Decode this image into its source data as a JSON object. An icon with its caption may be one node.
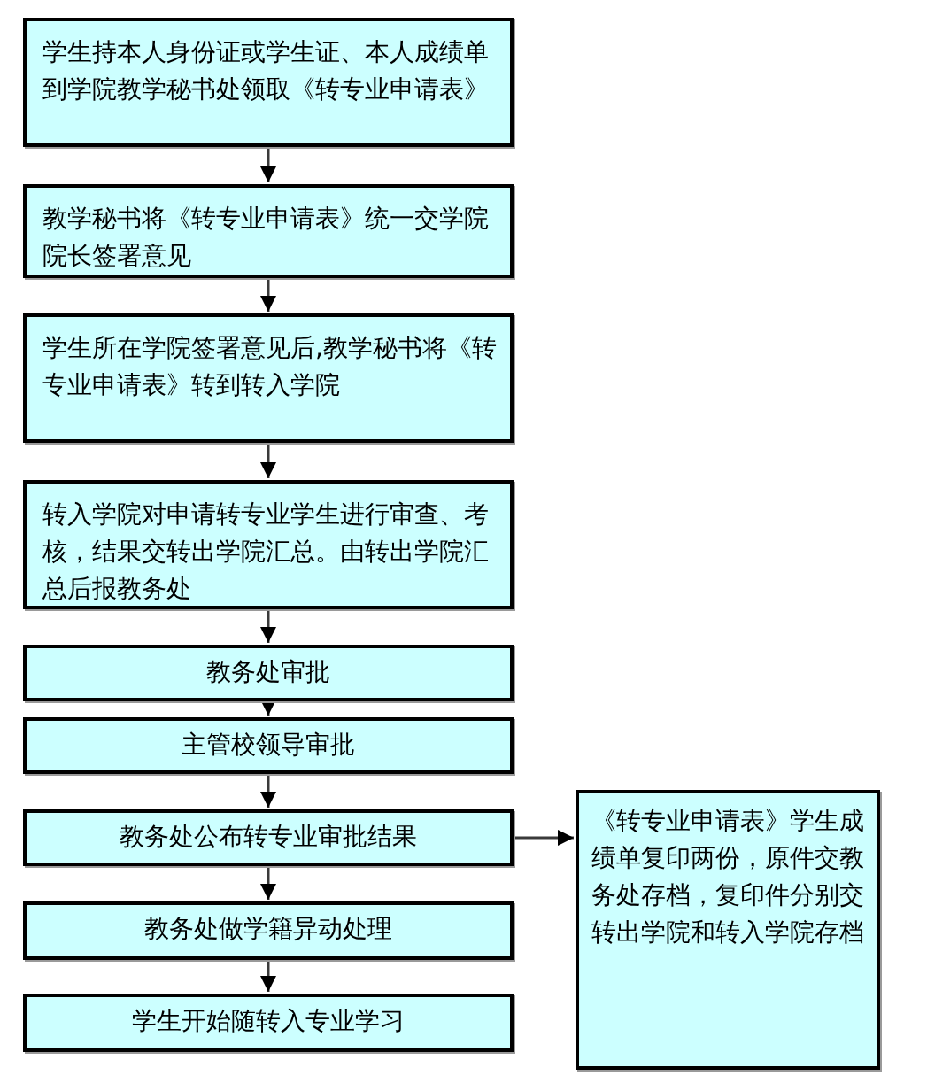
{
  "diagram": {
    "nodes": [
      {
        "text": [
          "学生持本人身份证或学生证、本人成绩单到学院教学秘书处领取《转专业申请表》"
        ]
      },
      {
        "text": [
          "教学秘书将《转专业申请表》统一交学院院长签署意见"
        ]
      },
      {
        "text": [
          "学生所在学院签署意见后,教学秘书将《转专业申请表》转到转入学院"
        ]
      },
      {
        "text": [
          "转入学院对申请转专业学生进行审查、考核，结果交转出学院汇总。由转出学院汇总后报教务处"
        ]
      },
      {
        "text": [
          "教务处审批"
        ]
      },
      {
        "text": [
          "主管校领导审批"
        ]
      },
      {
        "text": [
          "教务处公布转专业审批结果"
        ]
      },
      {
        "text": [
          "教务处做学籍异动处理"
        ]
      },
      {
        "text": [
          "学生开始随转入专业学习"
        ]
      },
      {
        "text": [
          "《转专业申请表》学生成绩单复印两份，原件交教务处存档，复印件分别交转出学院和转入学院存档"
        ]
      }
    ],
    "edges": [
      {
        "from": 0,
        "to": 1,
        "arrow": "to"
      },
      {
        "from": 1,
        "to": 2,
        "arrow": "to"
      },
      {
        "from": 2,
        "to": 3,
        "arrow": "to"
      },
      {
        "from": 3,
        "to": 4,
        "arrow": "to"
      },
      {
        "from": 4,
        "to": 5,
        "arrow": "to"
      },
      {
        "from": 5,
        "to": 6,
        "arrow": "to"
      },
      {
        "from": 6,
        "to": 7,
        "arrow": "to"
      },
      {
        "from": 7,
        "to": 8,
        "arrow": "to"
      },
      {
        "from": 6,
        "to": 9,
        "arrow": "to"
      }
    ]
  }
}
